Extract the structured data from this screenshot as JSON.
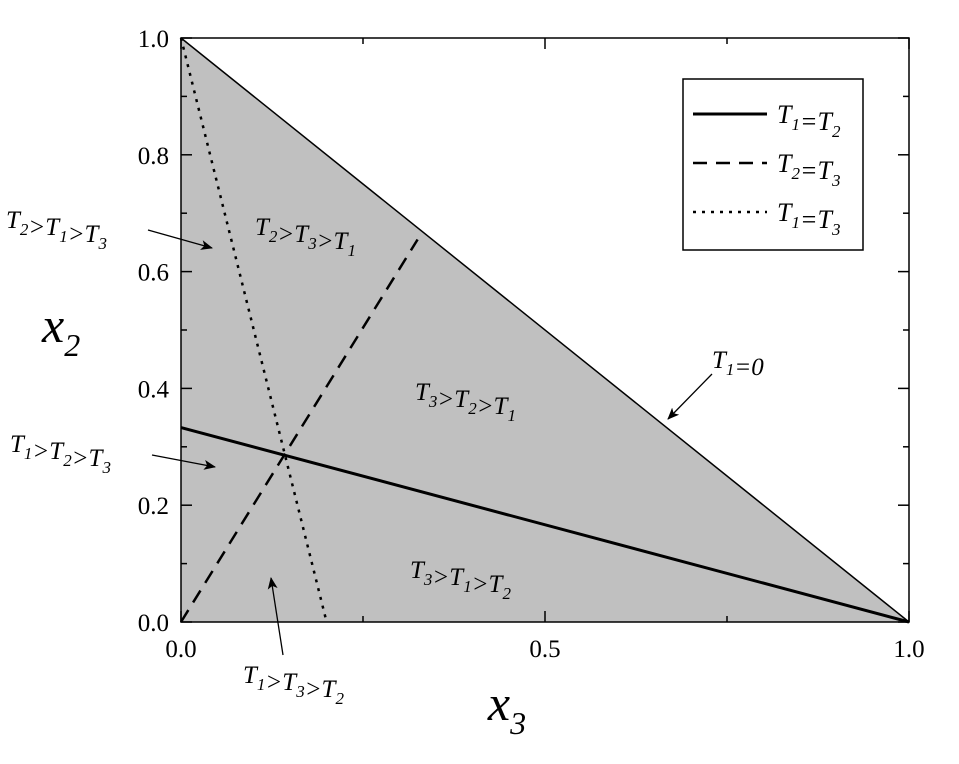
{
  "chart_data": {
    "type": "line",
    "xlabel": "x",
    "xlabel_sub": "3",
    "ylabel": "x",
    "ylabel_sub": "2",
    "xlim": [
      0.0,
      1.0
    ],
    "ylim": [
      0.0,
      1.0
    ],
    "x_ticks": [
      "0.0",
      "0.5",
      "1.0"
    ],
    "y_ticks": [
      "0.0",
      "0.2",
      "0.4",
      "0.6",
      "0.8",
      "1.0"
    ],
    "x_tick_values": [
      0.0,
      0.5,
      1.0
    ],
    "y_tick_values": [
      0.0,
      0.2,
      0.4,
      0.6,
      0.8,
      1.0
    ],
    "grid": false,
    "legend_position": "top-right",
    "shaded_region": {
      "name": "",
      "color": "#c0c0c0",
      "points": [
        [
          0,
          0
        ],
        [
          0,
          1
        ],
        [
          1,
          0
        ]
      ]
    },
    "boundary": {
      "x": [
        0,
        1
      ],
      "y": [
        1,
        0
      ],
      "label": [
        {
          "text": "T",
          "sub": "1"
        },
        {
          "text": "=0",
          "sub": ""
        }
      ]
    },
    "series": [
      {
        "style": "solid",
        "label": [
          {
            "text": "T",
            "sub": "1"
          },
          {
            "text": "=T",
            "sub": "2"
          }
        ],
        "x": [
          0.0,
          1.0
        ],
        "y": [
          0.333,
          0.0
        ]
      },
      {
        "style": "dashed",
        "label": [
          {
            "text": "T",
            "sub": "2"
          },
          {
            "text": "=T",
            "sub": "3"
          }
        ],
        "x": [
          0.0,
          0.325
        ],
        "y": [
          0.0,
          0.655
        ]
      },
      {
        "style": "dotted",
        "label": [
          {
            "text": "T",
            "sub": "1"
          },
          {
            "text": "=T",
            "sub": "3"
          }
        ],
        "x": [
          0.0,
          0.2
        ],
        "y": [
          1.0,
          0.0
        ]
      }
    ],
    "region_labels": [
      {
        "id": "r-231",
        "parts": [
          {
            "text": "T",
            "sub": "2"
          },
          {
            "text": "&gt;T",
            "sub": "3"
          },
          {
            "text": "&gt;T",
            "sub": "1"
          }
        ]
      },
      {
        "id": "r-321",
        "parts": [
          {
            "text": "T",
            "sub": "3"
          },
          {
            "text": "&gt;T",
            "sub": "2"
          },
          {
            "text": "&gt;T",
            "sub": "1"
          }
        ]
      },
      {
        "id": "r-312",
        "parts": [
          {
            "text": "T",
            "sub": "3"
          },
          {
            "text": "&gt;T",
            "sub": "1"
          },
          {
            "text": "&gt;T",
            "sub": "2"
          }
        ]
      },
      {
        "id": "r-213",
        "parts": [
          {
            "text": "T",
            "sub": "2"
          },
          {
            "text": "&gt;T",
            "sub": "1"
          },
          {
            "text": "&gt;T",
            "sub": "3"
          }
        ]
      },
      {
        "id": "r-123",
        "parts": [
          {
            "text": "T",
            "sub": "1"
          },
          {
            "text": "&gt;T",
            "sub": "2"
          },
          {
            "text": "&gt;T",
            "sub": "3"
          }
        ]
      },
      {
        "id": "r-132",
        "parts": [
          {
            "text": "T",
            "sub": "1"
          },
          {
            "text": "&gt;T",
            "sub": "3"
          },
          {
            "text": "&gt;T",
            "sub": "2"
          }
        ]
      }
    ]
  }
}
